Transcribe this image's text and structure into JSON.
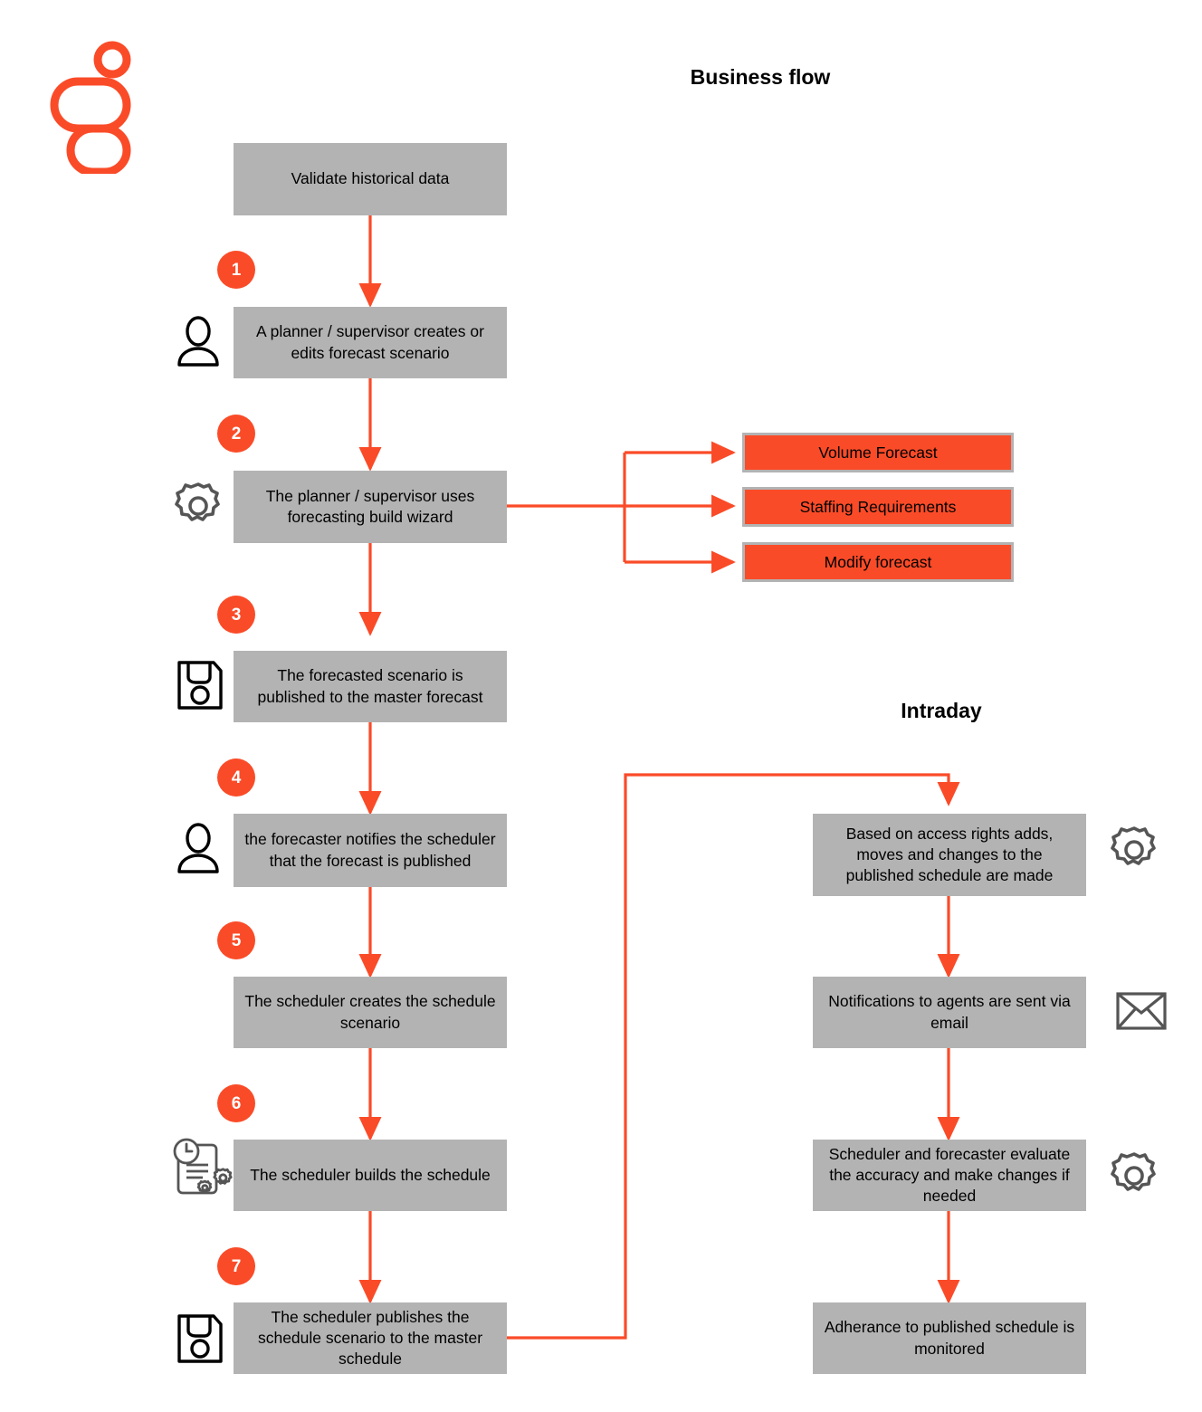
{
  "colors": {
    "accent": "#fa4b28",
    "box_fill": "#b3b3b3",
    "box_text": "#000000",
    "icon_dark": "#000000",
    "icon_gray": "#555555",
    "page_bg": "#ffffff"
  },
  "logo": {
    "name": "brand-logo",
    "shapes": "circle, wide-rounded-rect, rounded-rect"
  },
  "titles": {
    "business_flow": "Business flow",
    "intraday": "Intraday"
  },
  "business_flow": {
    "steps": [
      {
        "number": "",
        "label": "Validate historical data",
        "icon": ""
      },
      {
        "number": "1",
        "label": "A planner / supervisor creates or edits forecast scenario",
        "icon": "person-icon"
      },
      {
        "number": "2",
        "label": "The planner / supervisor uses forecasting build wizard",
        "icon": "gear-icon"
      },
      {
        "number": "3",
        "label": "The forecasted scenario is published to the master forecast",
        "icon": "save-icon"
      },
      {
        "number": "4",
        "label": "the forecaster notifies the scheduler that the forecast is published",
        "icon": "person-icon"
      },
      {
        "number": "5",
        "label": "The scheduler creates the schedule scenario",
        "icon": ""
      },
      {
        "number": "6",
        "label": "The scheduler builds the schedule",
        "icon": "schedule-build-icon"
      },
      {
        "number": "7",
        "label": "The scheduler publishes the schedule scenario to the master schedule",
        "icon": "save-icon"
      }
    ],
    "wizard_outputs": [
      {
        "label": "Volume Forecast"
      },
      {
        "label": "Staffing Requirements"
      },
      {
        "label": "Modify forecast"
      }
    ]
  },
  "intraday": {
    "steps": [
      {
        "label": "Based on access rights adds, moves and changes to the published schedule are made",
        "icon": "gear-icon"
      },
      {
        "label": "Notifications to agents are sent via email",
        "icon": "envelope-icon"
      },
      {
        "label": "Scheduler and forecaster evaluate the accuracy and make changes if needed",
        "icon": "gear-icon"
      },
      {
        "label": "Adherance to published schedule is monitored",
        "icon": ""
      }
    ]
  }
}
